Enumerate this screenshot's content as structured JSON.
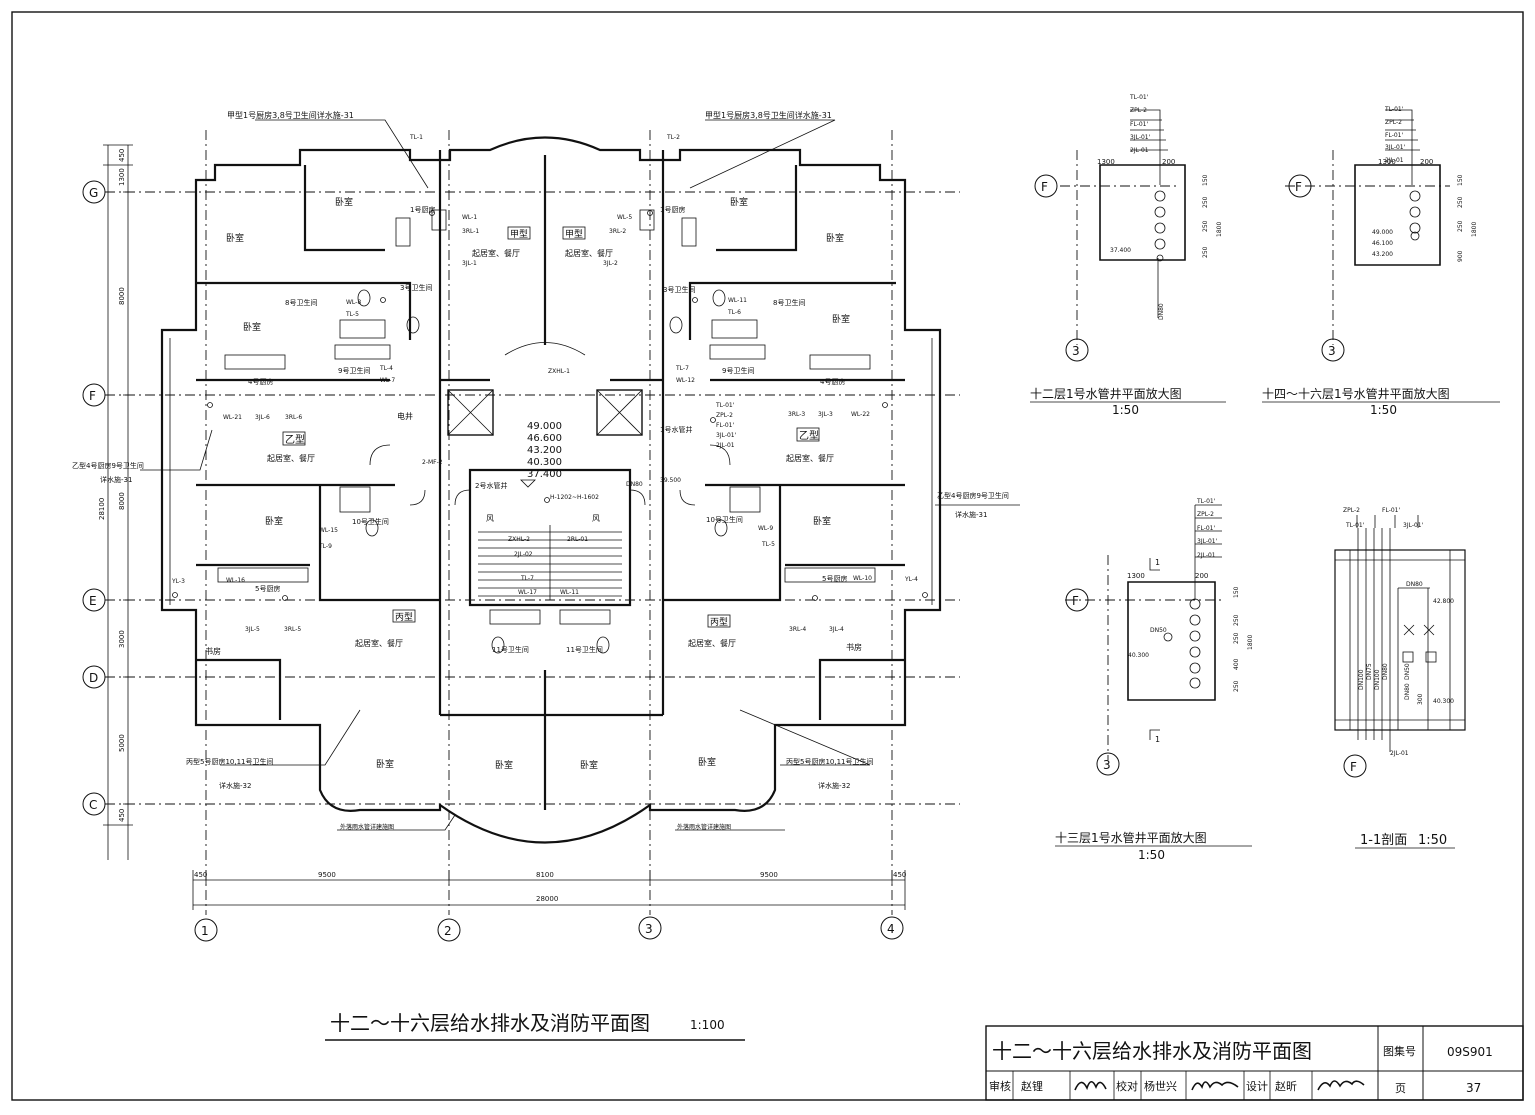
{
  "drawing": {
    "main_title": "十二～十六层给水排水及消防平面图",
    "main_scale": "1:100",
    "grid_columns": [
      "1",
      "2",
      "3",
      "4"
    ],
    "grid_rows": [
      "G",
      "F",
      "E",
      "D",
      "C"
    ],
    "dims_horizontal": [
      "450",
      "9500",
      "8100",
      "9500",
      "450"
    ],
    "dims_total": "28000",
    "dims_vertical": [
      "450",
      "1300",
      "8000",
      "8000",
      "3000",
      "5000",
      "450"
    ],
    "dims_vertical_total": "28100",
    "elevations": [
      "49.000",
      "46.600",
      "43.200",
      "40.300",
      "37.400"
    ],
    "rooms": {
      "bedroom": "卧室",
      "living": "起居室、餐厅",
      "study": "书房",
      "elev_shaft": "电井",
      "wind": "风",
      "shaft1": "1号水管井",
      "shaft2": "2号水管井",
      "kitchen1": "1号厨房",
      "kitchen4": "4号厨房",
      "kitchen5": "5号厨房",
      "bath3": "3号卫生间",
      "bath8": "8号卫生间",
      "bath9": "9号卫生间",
      "bath10": "10号卫生间",
      "bath11": "11号卫生间"
    },
    "types": {
      "jia": "甲型",
      "yi": "乙型",
      "bing": "丙型"
    },
    "notes": {
      "jia_left": "甲型1号厨房3,8号卫生间详水施-31",
      "jia_right": "甲型1号厨房3,8号卫生间详水施-31",
      "yi_left_1": "乙型4号厨房9号卫生间",
      "yi_left_2": "详水施-31",
      "yi_right_1": "乙型4号厨房9号卫生间",
      "yi_right_2": "详水施-31",
      "bing_left_1": "丙型5号厨房10,11号卫生间",
      "bing_left_2": "详水施-32",
      "bing_right_1": "丙型5号厨房10,11号卫生间",
      "bing_right_2": "详水施-32",
      "rain_left": "外落雨水管详建施图",
      "rain_right": "外落雨水管详建施图",
      "hydrant": "H-1202~H-1602",
      "dn80": "DN80",
      "elev_39500": "39.500"
    },
    "pipes": [
      "TL-1",
      "TL-2",
      "WL-1",
      "WL-5",
      "3RL-1",
      "3RL-2",
      "3JL-1",
      "3JL-2",
      "WL-8",
      "TL-5",
      "WL-11",
      "TL-6",
      "TL-4",
      "WL-7",
      "TL-7",
      "WL-12",
      "WL-21",
      "3JL-6",
      "3RL-6",
      "3RL-3",
      "3JL-3",
      "WL-22",
      "ZXHL-1",
      "ZXHL-2",
      "2-MF-2",
      "WL-15",
      "TL-9",
      "WL-9",
      "TL-5",
      "WL-16",
      "WL-10",
      "YL-3",
      "YL-4",
      "3JL-5",
      "3RL-5",
      "3RL-4",
      "3JL-4",
      "WL-17",
      "WL-11",
      "2JL-02",
      "2RL-01",
      "TL-7"
    ],
    "stack_labels": [
      "TL-01'",
      "ZPL-2",
      "FL-01'",
      "3JL-01'",
      "2JL-01"
    ]
  },
  "details": {
    "d12": {
      "title": "十二层1号水管井平面放大图",
      "scale": "1:50",
      "axis_row": "F",
      "axis_col": "3",
      "dims": [
        "1300",
        "200",
        "150",
        "250",
        "250",
        "1800",
        "250"
      ],
      "elev": "37.400",
      "dn": "DN80"
    },
    "d14": {
      "title": "十四～十六层1号水管井平面放大图",
      "scale": "1:50",
      "axis_row": "F",
      "axis_col": "3",
      "dims": [
        "1300",
        "200",
        "150",
        "250",
        "250",
        "1800",
        "900"
      ],
      "elevs": [
        "49.000",
        "46.100",
        "43.200"
      ]
    },
    "d13": {
      "title": "十三层1号水管井平面放大图",
      "scale": "1:50",
      "axis_row": "F",
      "axis_col": "3",
      "dims": [
        "1300",
        "200",
        "150",
        "250",
        "250",
        "400",
        "250",
        "1800"
      ],
      "elev": "40.300",
      "dn": "DN50",
      "section_mark": "1"
    },
    "sec": {
      "title": "1-1剖面",
      "scale": "1:50",
      "axis": "F",
      "labels": [
        "ZPL-2",
        "FL-01'",
        "TL-01'",
        "3JL-01'",
        "DN80",
        "42.800",
        "DN100",
        "DN75",
        "DN100",
        "DN80",
        "DN80",
        "DN50",
        "300",
        "40.300",
        "2JL-01"
      ]
    }
  },
  "title_block": {
    "title": "十二～十六层给水排水及消防平面图",
    "atlas_label": "图集号",
    "atlas_no": "09S901",
    "review_label": "审核",
    "review_name": "赵锂",
    "check_label": "校对",
    "check_name": "杨世兴",
    "design_label": "设计",
    "design_name": "赵昕",
    "page_label": "页",
    "page_no": "37"
  }
}
